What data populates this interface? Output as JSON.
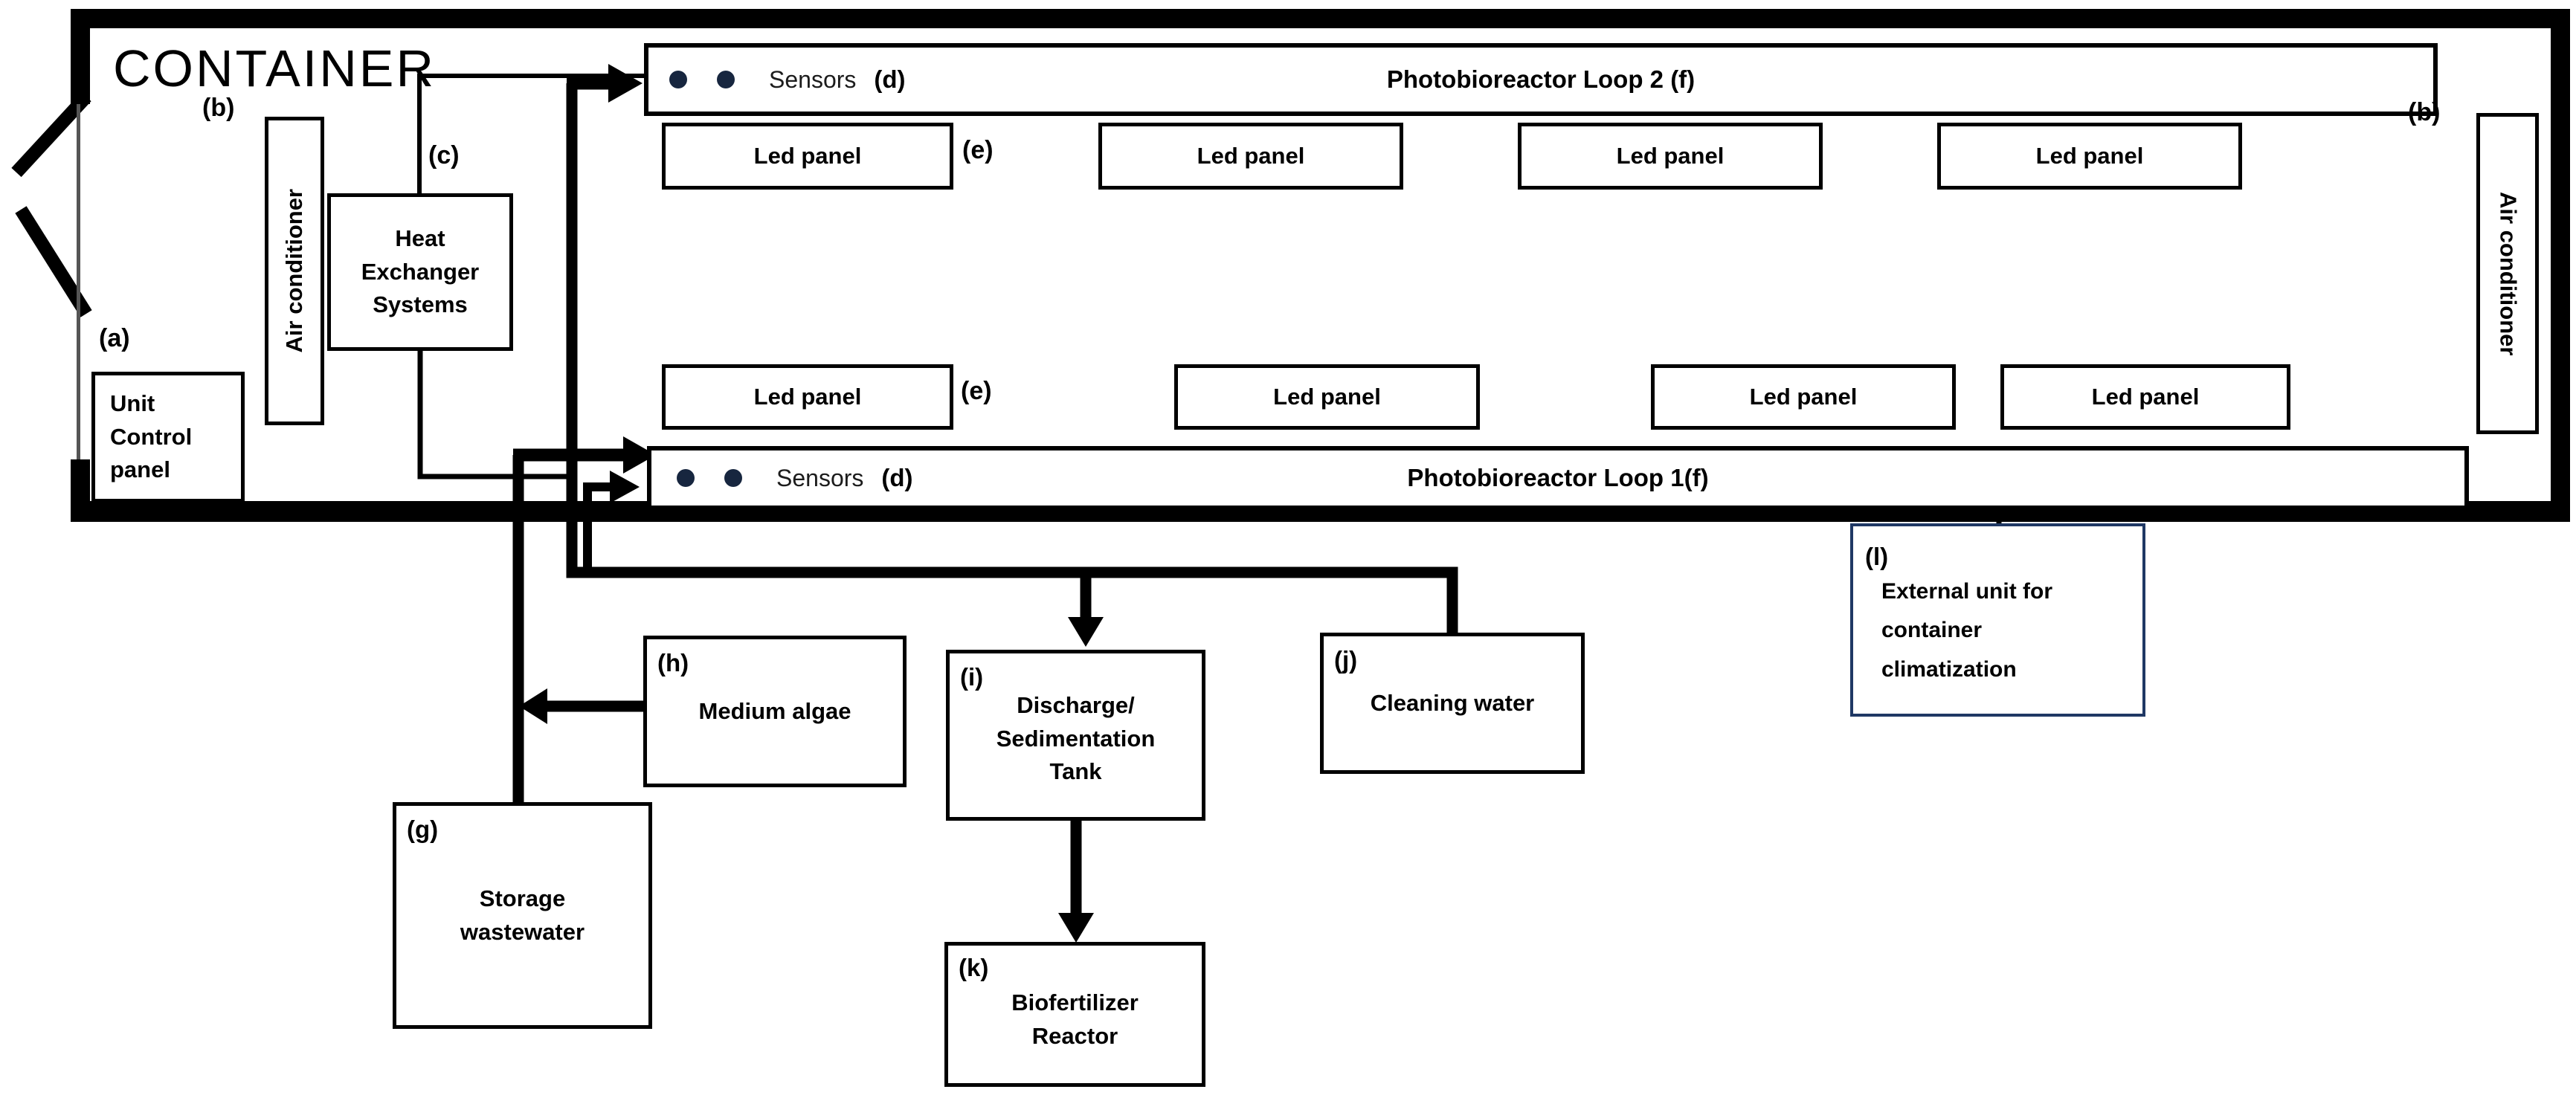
{
  "container": {
    "title": "CONTAINER"
  },
  "tags": {
    "a": "(a)",
    "b": "(b)",
    "c": "(c)",
    "d": "(d)",
    "e": "(e)",
    "f": "(f)",
    "g": "(g)",
    "h": "(h)",
    "i": "(i)",
    "j": "(j)",
    "k": "(k)",
    "l": "(l)"
  },
  "boxes": {
    "unit_control": {
      "line1": "Unit",
      "line2": "Control",
      "line3": "panel"
    },
    "air_conditioner_left": {
      "label": "Air conditioner"
    },
    "air_conditioner_right": {
      "label": "Air conditioner"
    },
    "heat_exchanger": {
      "line1": "Heat",
      "line2": "Exchanger",
      "line3": "Systems"
    },
    "sensors": {
      "label": "Sensors"
    },
    "led_panel": {
      "label": "Led panel"
    },
    "loop2": {
      "title": "Photobioreactor Loop 2"
    },
    "loop1": {
      "title": "Photobioreactor Loop 1"
    },
    "storage": {
      "line1": "Storage",
      "line2": "wastewater"
    },
    "medium_algae": {
      "label": "Medium algae"
    },
    "discharge": {
      "line1": "Discharge/",
      "line2": "Sedimentation",
      "line3": "Tank"
    },
    "cleaning": {
      "label": "Cleaning water"
    },
    "biofertilizer": {
      "line1": "Biofertilizer",
      "line2": "Reactor"
    },
    "external_unit": {
      "line1": "External unit for",
      "line2": "container",
      "line3": "climatization"
    }
  },
  "colors": {
    "line": "#000000",
    "sensor_dot": "#17263f",
    "external_border": "#1f3864"
  }
}
